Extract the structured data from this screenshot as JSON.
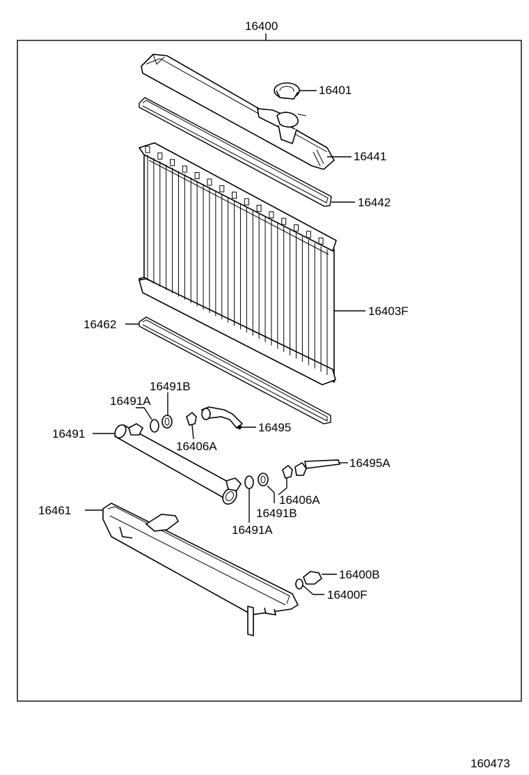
{
  "diagram": {
    "assembly_number": "16400",
    "figure_number": "160473",
    "callouts": [
      {
        "id": "16401",
        "label": "16401"
      },
      {
        "id": "16441",
        "label": "16441"
      },
      {
        "id": "16442",
        "label": "16442"
      },
      {
        "id": "16403F",
        "label": "16403F"
      },
      {
        "id": "16462",
        "label": "16462"
      },
      {
        "id": "16491B_upper",
        "label": "16491B"
      },
      {
        "id": "16491A_upper",
        "label": "16491A"
      },
      {
        "id": "16491",
        "label": "16491"
      },
      {
        "id": "16406A_upper",
        "label": "16406A"
      },
      {
        "id": "16495",
        "label": "16495"
      },
      {
        "id": "16495A",
        "label": "16495A"
      },
      {
        "id": "16406A_lower",
        "label": "16406A"
      },
      {
        "id": "16491B_lower",
        "label": "16491B"
      },
      {
        "id": "16491A_lower",
        "label": "16491A"
      },
      {
        "id": "16461",
        "label": "16461"
      },
      {
        "id": "16400B",
        "label": "16400B"
      },
      {
        "id": "16400F",
        "label": "16400F"
      }
    ]
  }
}
